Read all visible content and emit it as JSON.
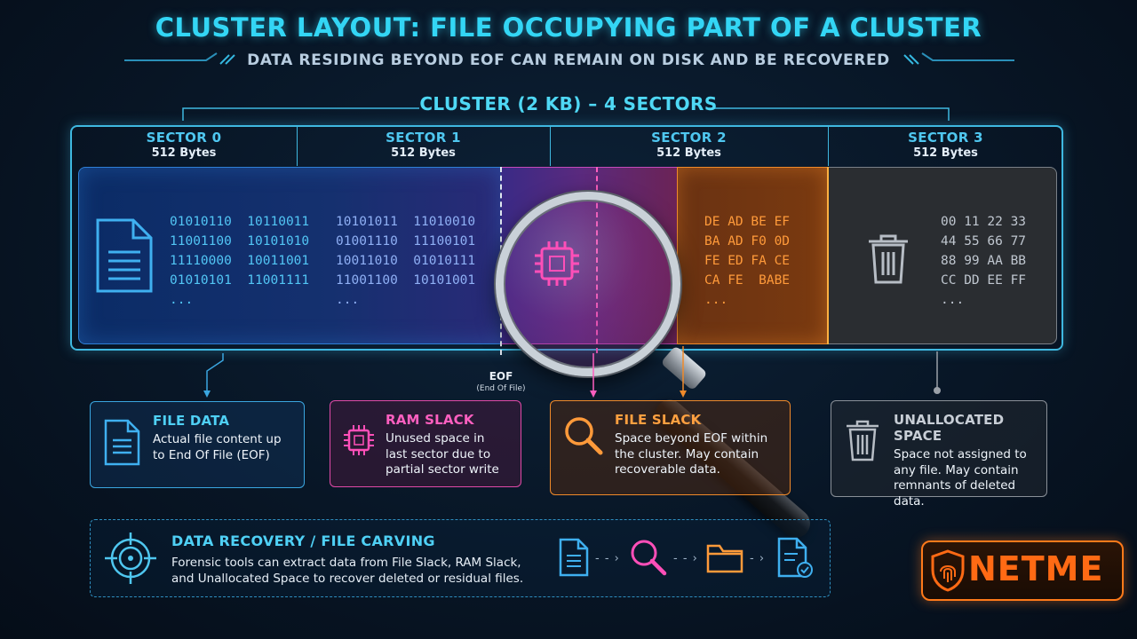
{
  "header": {
    "title": "CLUSTER LAYOUT: FILE OCCUPYING PART OF A CLUSTER",
    "subtitle": "DATA RESIDING BEYOND EOF CAN REMAIN ON DISK AND BE RECOVERED"
  },
  "cluster": {
    "label": "CLUSTER (2 KB) – 4 SECTORS",
    "sectors": [
      {
        "name": "SECTOR 0",
        "size": "512 Bytes"
      },
      {
        "name": "SECTOR 1",
        "size": "512 Bytes"
      },
      {
        "name": "SECTOR 2",
        "size": "512 Bytes"
      },
      {
        "name": "SECTOR 3",
        "size": "512 Bytes"
      }
    ],
    "data": {
      "sector0": "01010110  10110011\n11001100  10101010\n11110000  10011001\n01010101  11001111\n...",
      "sector1": "10101011  11010010\n01001110  11100101\n10011010  01010111\n11001100  10101001\n...",
      "sector2": "DE AD BE EF\nBA AD F0 0D\nFE ED FA CE\nCA FE  BABE\n...",
      "sector3": "00 11 22 33\n44 55 66 77\n88 99 AA BB\nCC DD EE FF\n..."
    },
    "eof": {
      "label": "EOF",
      "sub": "(End Of File)"
    }
  },
  "cards": {
    "file_data": {
      "title": "FILE DATA",
      "desc": "Actual file content up to End Of File (EOF)"
    },
    "ram_slack": {
      "title": "RAM SLACK",
      "desc": "Unused space in last sector due to partial sector write"
    },
    "file_slack": {
      "title": "FILE SLACK",
      "desc": "Space beyond EOF within the cluster. May contain recoverable data."
    },
    "unallocated": {
      "title": "UNALLOCATED SPACE",
      "desc": "Space not assigned to any file. May contain remnants of deleted data."
    }
  },
  "recovery": {
    "title": "DATA RECOVERY / FILE CARVING",
    "desc": "Forensic tools can extract data from File Slack, RAM Slack, and Unallocated Space to recover deleted or residual files."
  },
  "logo": {
    "text": "NETME"
  },
  "colors": {
    "accent": "#33d6f5",
    "file_data": "#3aa6e0",
    "ram_slack": "#e04aa8",
    "file_slack": "#f08a2a",
    "unallocated": "#8a9098",
    "brand": "#ff6a14"
  },
  "icons": {
    "file_data": "document-icon",
    "ram_slack": "chip-icon",
    "file_slack": "magnifier-icon",
    "unallocated": "trash-icon",
    "recovery": "target-icon",
    "flow": [
      "document-icon",
      "magnifier-icon",
      "folder-icon",
      "document-check-icon"
    ],
    "logo": "fingerprint-shield-icon"
  }
}
